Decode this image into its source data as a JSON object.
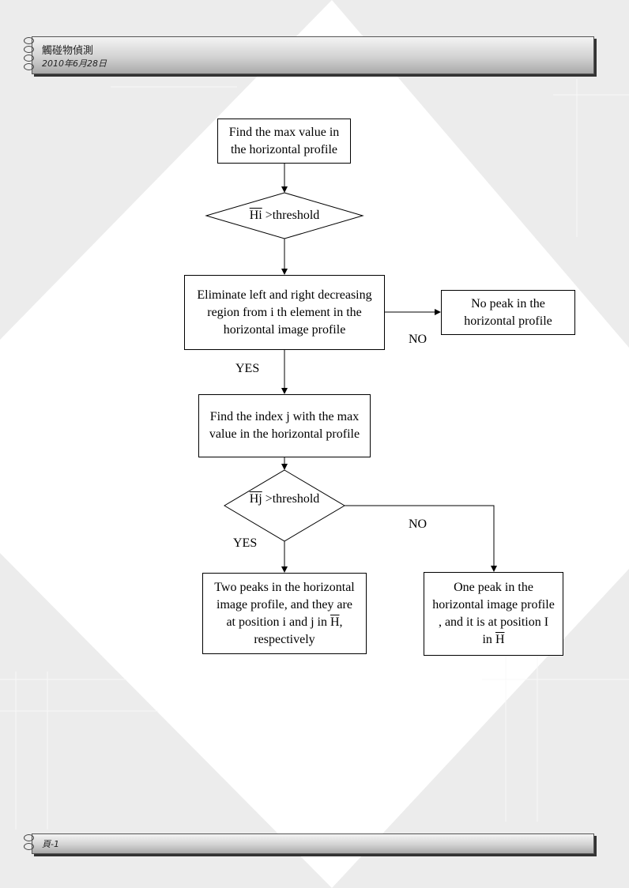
{
  "header": {
    "title": "觸碰物偵測",
    "date": "2010年6月28日"
  },
  "footer": {
    "page": "頁-1"
  },
  "flowchart": {
    "steps": {
      "find_max": "Find the max value in\nthe horizontal profile",
      "eliminate": "Eliminate left and right decreasing\nregion from i th element in the\nhorizontal image profile",
      "no_peak": "No peak in the\nhorizontal profile",
      "find_index": "Find the index j with the max\nvalue in the horizontal profile",
      "two_peaks": {
        "line1": "Two peaks in the horizontal",
        "line2": "image profile, and they are",
        "line3a": "at position i and j in ",
        "line3b": "H",
        "line3c": ",",
        "line4": "respectively"
      },
      "one_peak": {
        "line1": "One peak in the",
        "line2": "horizontal image profile",
        "line3": ", and it is at position I",
        "line4a": "in ",
        "line4b": "H"
      }
    },
    "decisions": {
      "hi": {
        "bar": "Hi",
        "rest": " >threshold"
      },
      "hj": {
        "bar": "Hj",
        "rest": " >threshold"
      }
    },
    "labels": {
      "yes1": "YES",
      "no1": "NO",
      "yes2": "YES",
      "no2": "NO"
    }
  }
}
